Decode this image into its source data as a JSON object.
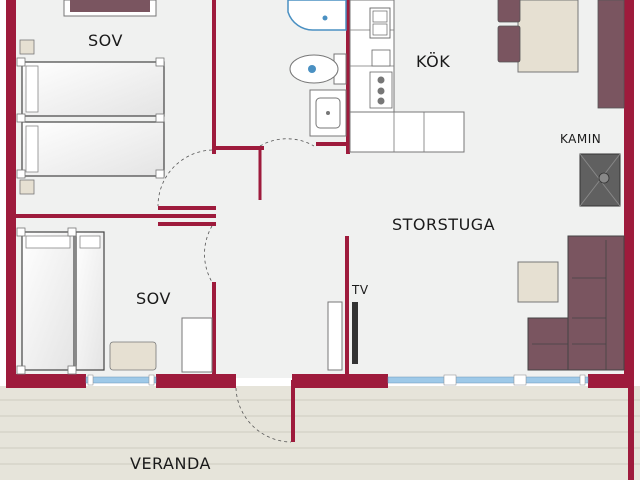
{
  "labels": {
    "bedroom_top": "SOV",
    "bedroom_bottom": "SOV",
    "kitchen": "KÖK",
    "living_room": "STORSTUGA",
    "fireplace": "KAMIN",
    "tv": "TV",
    "veranda": "VERANDA"
  },
  "colors": {
    "wall": "#9e1b3c",
    "floor": "#f0f1f0",
    "furniture_fill": "#ffffff",
    "sofa": "#7a5560",
    "dining": "#e6e0d2",
    "fixture_stroke": "#777777",
    "veranda_deck": "#e6e4da",
    "window": "#9ec9e8"
  }
}
